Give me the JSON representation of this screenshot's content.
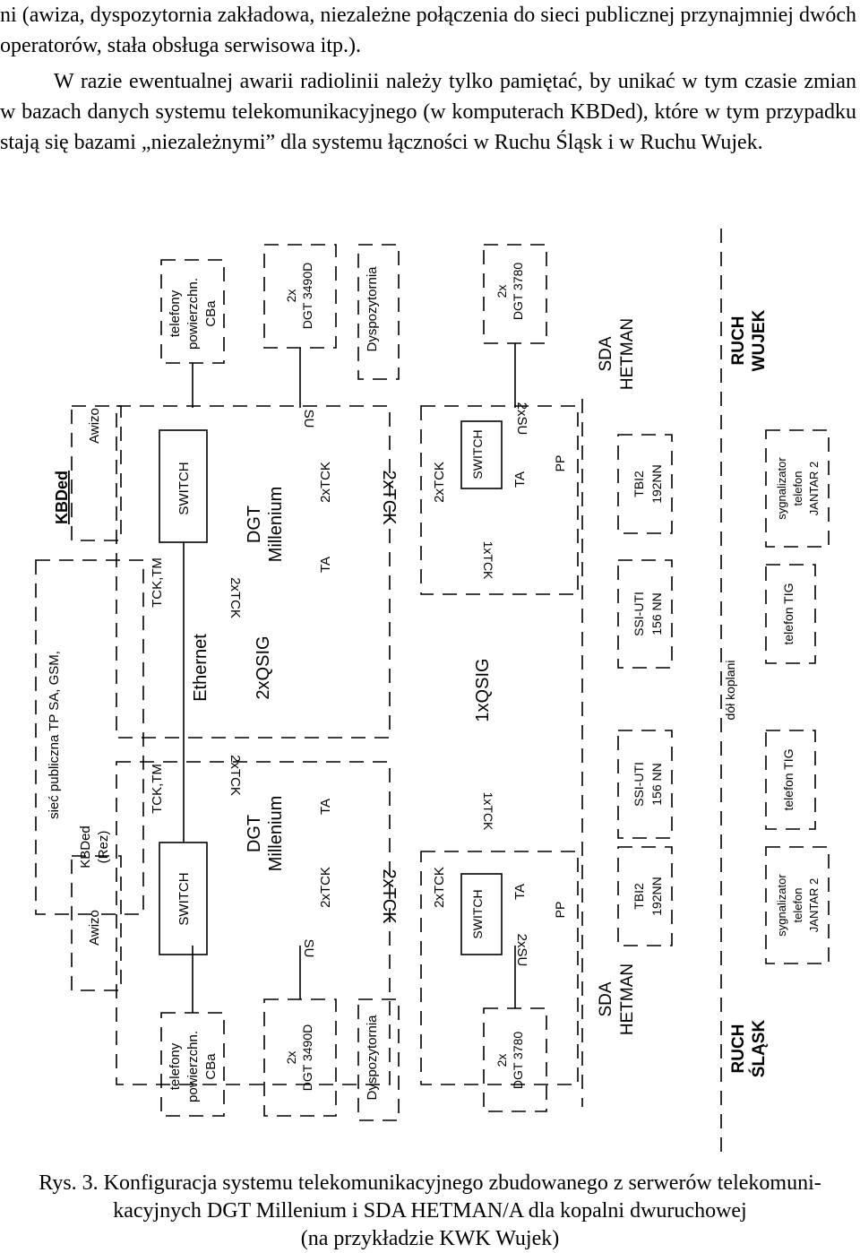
{
  "text": {
    "para1": "ni (awiza, dyspozytornia zakładowa, niezależne połączenia do sieci publicznej przynajmniej dwóch operatorów, stała obsługa serwisowa itp.).",
    "para2": "W razie ewentualnej awarii radiolinii należy tylko pamiętać, by unikać w tym czasie zmian w bazach danych systemu telekomunikacyjnego (w komputerach KBDed), które w tym przypadku stają się bazami „niezależnymi” dla systemu łączności w Ruchu Śląsk i w Ruchu Wujek."
  },
  "caption": {
    "line1": "Rys. 3. Konfiguracja systemu telekomunikacyjnego zbudowanego z serwerów telekomuni-",
    "line2": "kacyjnych DGT Millenium i SDA HETMAN/A dla kopalni dwuruchowej",
    "line3": "(na przykładzie KWK Wujek)"
  },
  "diagram": {
    "public_network": "sieć publiczna TP SA, GSM,",
    "kbded_top": "KBDed",
    "kbded_rez": [
      "KBDed",
      "(Rez)"
    ],
    "awizo": "Awizo",
    "telefony": [
      "telefony",
      "powierzchn.",
      "CBa"
    ],
    "dgt3490": [
      "2x",
      "DGT 3490D"
    ],
    "dyspozytornia": "Dyspozytornia",
    "dgt3780": [
      "2x",
      "DGT 3780"
    ],
    "sda_hetman": [
      "SDA",
      "HETMAN"
    ],
    "ruch_wujek": [
      "RUCH",
      "WUJEK"
    ],
    "ruch_slask": [
      "RUCH",
      "ŚLĄSK"
    ],
    "switch": "SWITCH",
    "tcktm": "TCK,TM",
    "ethernet": "Ethernet",
    "qsig2": "2xQSIG",
    "qsig1": "1xQSIG",
    "dgt_millenium": [
      "DGT",
      "Millenium"
    ],
    "su": "SU",
    "su2": "2xSU",
    "tck2": "2xTCK",
    "tck1": "1xTCK",
    "ta": "TA",
    "pp": "PP",
    "tbi2": [
      "TBI2",
      "192NN"
    ],
    "ssi": [
      "SSI-UTI",
      "156 NN"
    ],
    "dol_koplani": "dół koplani",
    "telefon_tig": "telefon TIG",
    "sygnalizator": [
      "sygnalizator",
      "telefon",
      "JANTAR 2"
    ]
  }
}
